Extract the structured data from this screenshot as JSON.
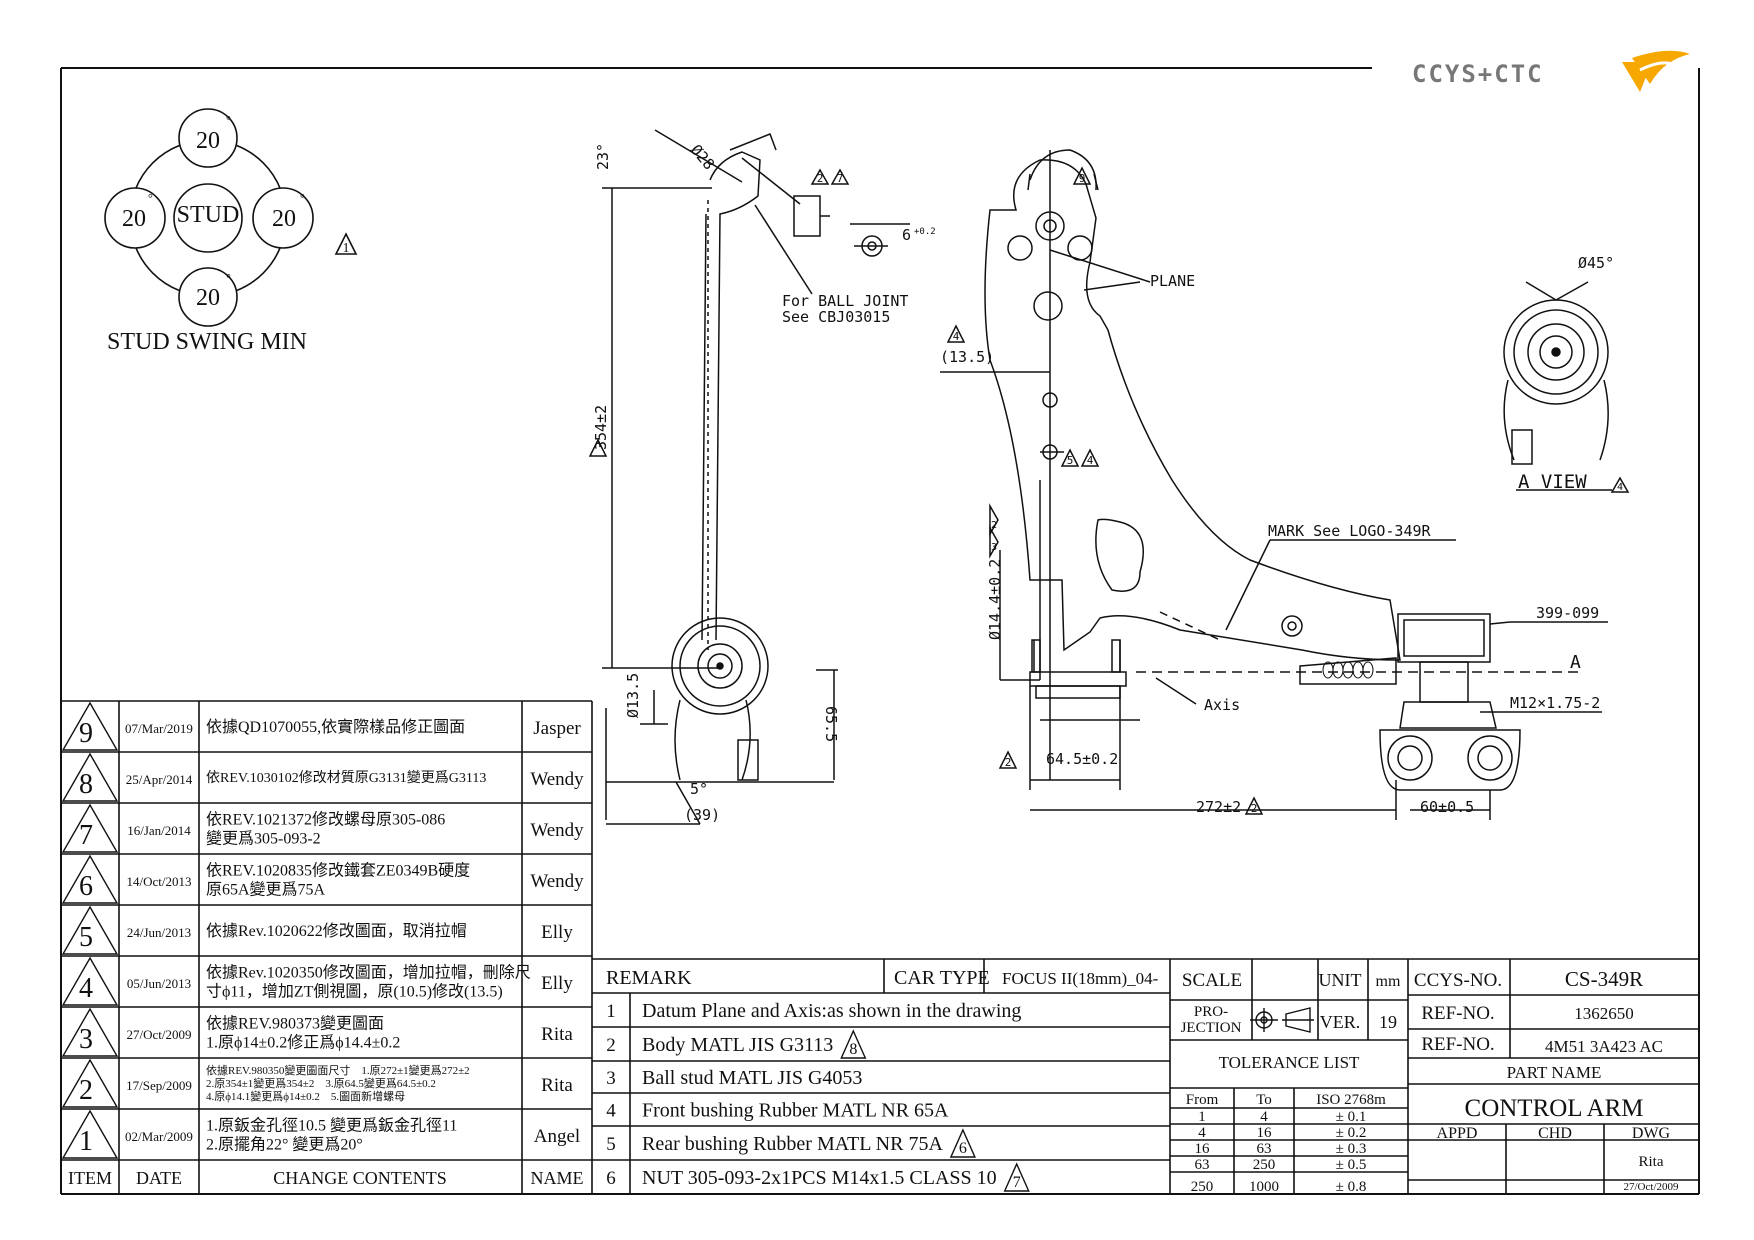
{
  "logo": {
    "text": "CCYS+CTC"
  },
  "stud_swing": {
    "center": "STUD",
    "values": [
      "20",
      "20",
      "20",
      "20"
    ],
    "degree": "°",
    "caption": "STUD SWING MIN",
    "rev_mark": "1"
  },
  "annotations": {
    "diam28": "Ø28",
    "angle23": "23°",
    "nut": "6",
    "nut_sup": "+0.2",
    "ball_joint_line1": "For BALL JOINT",
    "ball_joint_line2": "See CBJ03015",
    "len354": "354±2",
    "diam135": "Ø13.5",
    "dim655": "65.5",
    "angle5": "5°",
    "dim39": "(39)",
    "plane": "PLANE",
    "dim135b": "(13.5)",
    "diam144": "Ø14.4±0.2",
    "mark_logo": "MARK See LOGO-349R",
    "part399": "399-099",
    "arrowA": "A",
    "axis": "Axis",
    "m12": "M12×1.75-2",
    "dim645": "64.5±0.2",
    "dim272": "272±2",
    "dim60": "60±0.5",
    "diam45": "Ø45°",
    "a_view": "A VIEW",
    "rev2": "2",
    "rev3": "3",
    "rev4": "4",
    "rev5": "5",
    "rev7": "7",
    "rev9": "9"
  },
  "revision_table": {
    "rows": [
      {
        "item": "9",
        "date": "07/Mar/2019",
        "lines": [
          "依據QD1070055,依實際樣品修正圖面"
        ],
        "name": "Jasper"
      },
      {
        "item": "8",
        "date": "25/Apr/2014",
        "lines": [
          "依REV.1030102修改材質原G3131變更爲G3113"
        ],
        "name": "Wendy"
      },
      {
        "item": "7",
        "date": "16/Jan/2014",
        "lines": [
          "依REV.1021372修改螺母原305-086",
          "變更爲305-093-2"
        ],
        "name": "Wendy"
      },
      {
        "item": "6",
        "date": "14/Oct/2013",
        "lines": [
          "依REV.1020835修改鐵套ZE0349B硬度",
          "原65A變更爲75A"
        ],
        "name": "Wendy"
      },
      {
        "item": "5",
        "date": "24/Jun/2013",
        "lines": [
          "依據Rev.1020622修改圖面，取消拉帽"
        ],
        "name": "Elly"
      },
      {
        "item": "4",
        "date": "05/Jun/2013",
        "lines": [
          "依據Rev.1020350修改圖面，增加拉帽，刪除尺",
          "寸ϕ11，增加ZT側視圖，原(10.5)修改(13.5)"
        ],
        "name": "Elly"
      },
      {
        "item": "3",
        "date": "27/Oct/2009",
        "lines": [
          "依據REV.980373變更圖面",
          "1.原ϕ14±0.2修正爲ϕ14.4±0.2"
        ],
        "name": "Rita"
      },
      {
        "item": "2",
        "date": "17/Sep/2009",
        "lines": [
          "依據REV.980350變更圖面尺寸　1.原272±1變更爲272±2",
          "2.原354±1變更爲354±2　3.原64.5變更爲64.5±0.2",
          "4.原ϕ14.1變更爲ϕ14±0.2　5.圖面新增螺母"
        ],
        "name": "Rita"
      },
      {
        "item": "1",
        "date": "02/Mar/2009",
        "lines": [
          "1.原鈑金孔徑10.5 變更爲鈑金孔徑11",
          "2.原擺角22° 變更爲20°"
        ],
        "name": "Angel"
      }
    ],
    "headers": {
      "item": "ITEM",
      "date": "DATE",
      "contents": "CHANGE CONTENTS",
      "name": "NAME"
    }
  },
  "remark": {
    "title": "REMARK",
    "car_type_label": "CAR TYPE",
    "car_type": "FOCUS II(18mm)_04-",
    "rows": [
      {
        "no": "1",
        "text": "Datum Plane and Axis:as shown in the drawing",
        "rev": ""
      },
      {
        "no": "2",
        "text": "Body MATL JIS G3113",
        "rev": "8"
      },
      {
        "no": "3",
        "text": "Ball stud MATL JIS G4053",
        "rev": ""
      },
      {
        "no": "4",
        "text": "Front bushing Rubber MATL NR 65A",
        "rev": ""
      },
      {
        "no": "5",
        "text": "Rear bushing Rubber MATL NR 75A",
        "rev": "6"
      },
      {
        "no": "6",
        "text": "NUT 305-093-2x1PCS M14x1.5 CLASS 10",
        "rev": "7"
      }
    ]
  },
  "title_block": {
    "scale_label": "SCALE",
    "unit_label": "UNIT",
    "unit": "mm",
    "projection_line1": "PRO-",
    "projection_line2": "JECTION",
    "ver_label": "VER.",
    "ver": "19",
    "tolerance_title": "TOLERANCE LIST",
    "tol_headers": [
      "From",
      "To",
      "ISO 2768m"
    ],
    "tol_rows": [
      [
        "1",
        "4",
        "± 0.1"
      ],
      [
        "4",
        "16",
        "± 0.2"
      ],
      [
        "16",
        "63",
        "± 0.3"
      ],
      [
        "63",
        "250",
        "± 0.5"
      ],
      [
        "250",
        "1000",
        "± 0.8"
      ]
    ],
    "ccys_label": "CCYS-NO.",
    "ccys_no": "CS-349R",
    "ref_label1": "REF-NO.",
    "ref_no1": "1362650",
    "ref_label2": "REF-NO.",
    "ref_no2": "4M51 3A423 AC",
    "part_name_label": "PART NAME",
    "part_name": "CONTROL ARM",
    "appd": "APPD",
    "chd": "CHD",
    "dwg": "DWG",
    "drawn_by": "Rita",
    "drawn_date": "27/Oct/2009"
  }
}
